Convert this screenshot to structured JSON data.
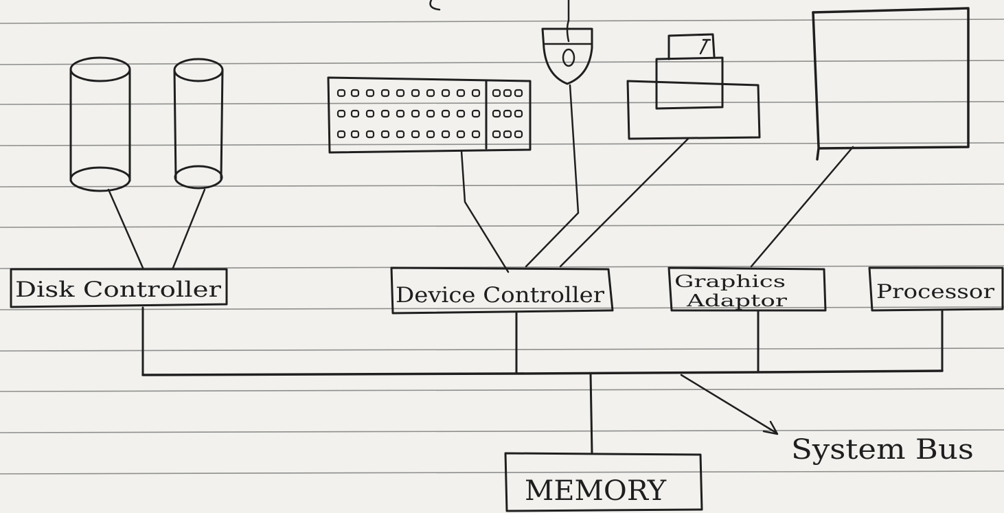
{
  "labels": {
    "disk_controller": "Disk Controller",
    "device_controller": "Device Controller",
    "graphics_adaptor_line1": "Graphics",
    "graphics_adaptor_line2": "Adaptor",
    "processor": "Processor",
    "memory": "MEMORY",
    "system_bus": "System Bus"
  },
  "colors": {
    "paper": "#f2f1ed",
    "ink": "#1f1f1f",
    "ruled_line": "#7d7d7d"
  },
  "icons": [
    "disk-cylinder-icon",
    "keyboard-icon",
    "mouse-icon",
    "printer-icon",
    "monitor-icon",
    "arrow-icon"
  ]
}
